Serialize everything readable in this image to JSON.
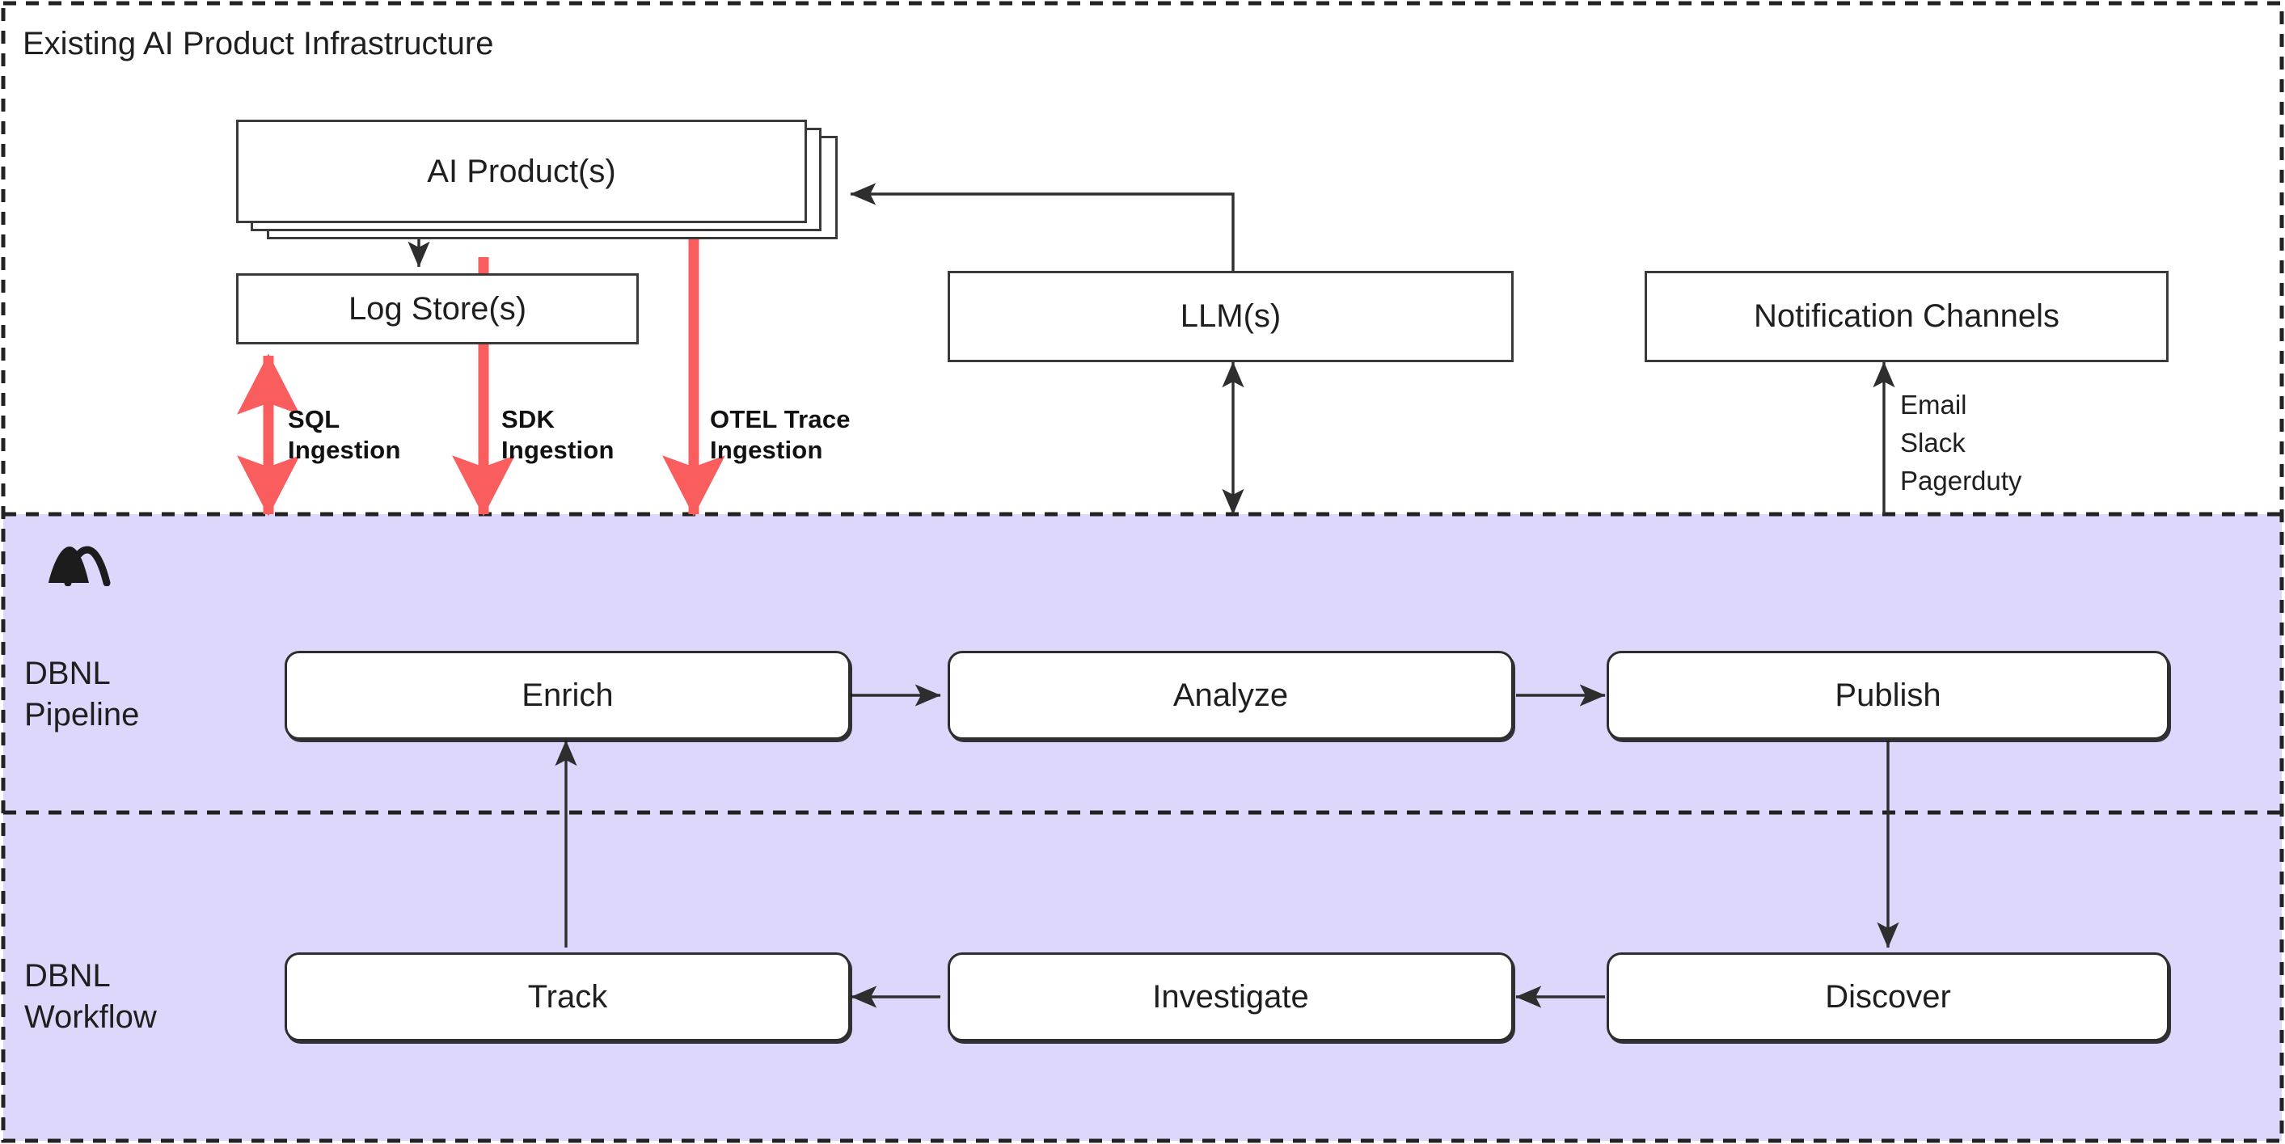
{
  "diagram": {
    "title": "Existing AI Product Infrastructure",
    "bands": [
      {
        "id": "infra",
        "label": "Existing AI Product Infrastructure",
        "background": "#ffffff"
      },
      {
        "id": "pipeline",
        "label": "DBNL\nPipeline",
        "background": "#ddd8fb"
      },
      {
        "id": "workflow",
        "label": "DBNL\nWorkflow",
        "background": "#ddd8fb"
      }
    ],
    "colors": {
      "accent_red": "#fa5d5d",
      "band_lavender": "#ddd8fb",
      "stroke_dark": "#2e2e2e",
      "stroke_mid": "#3a3a3a",
      "text": "#1f1f1f",
      "page_background": "#ffffff"
    },
    "nodes": {
      "ai_product": "AI Product(s)",
      "log_store": "Log Store(s)",
      "llm": "LLM(s)",
      "notification_channels": "Notification Channels",
      "enrich": "Enrich",
      "analyze": "Analyze",
      "publish": "Publish",
      "track": "Track",
      "investigate": "Investigate",
      "discover": "Discover"
    },
    "ingestion_labels": [
      {
        "id": "sql",
        "text": "SQL\nIngestion",
        "direction": "bidirectional"
      },
      {
        "id": "sdk",
        "text": "SDK\nIngestion",
        "direction": "down"
      },
      {
        "id": "otel",
        "text": "OTEL Trace\nIngestion",
        "direction": "down"
      }
    ],
    "notification_methods": "Email\nSlack\nPagerduty",
    "logo": {
      "name": "dbnl-mountain-logo"
    }
  }
}
